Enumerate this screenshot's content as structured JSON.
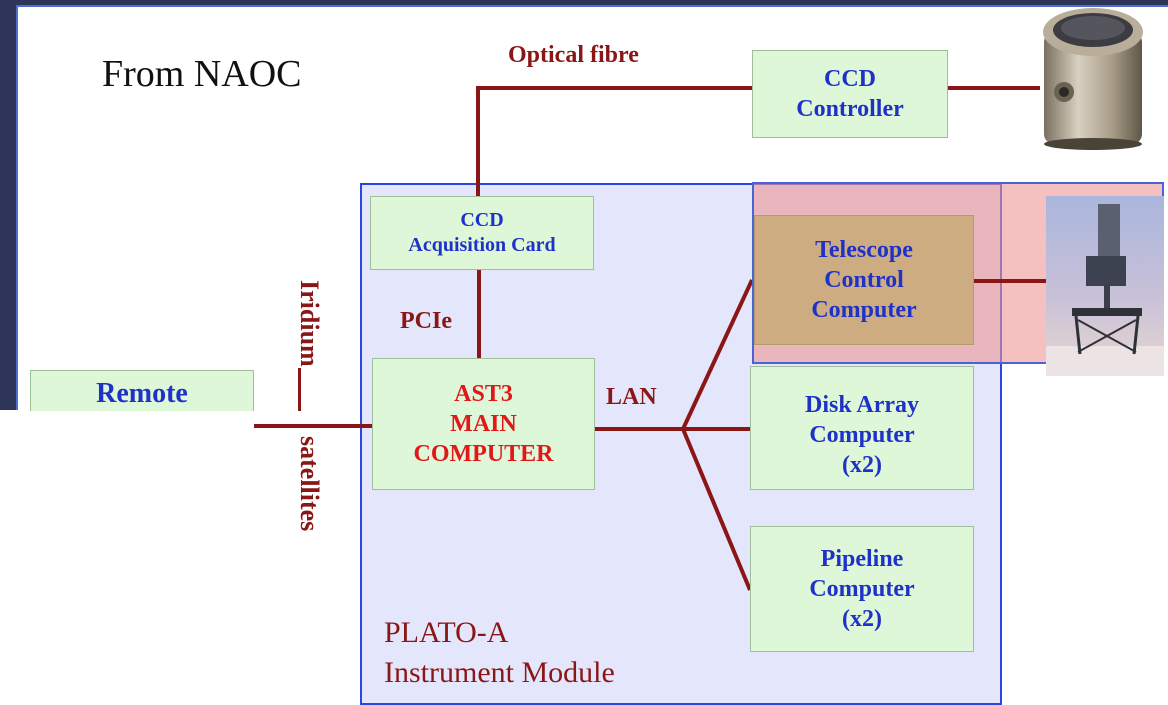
{
  "source_note": "From NAOC",
  "optical_fibre_label": "Optical fibre",
  "pcie_label": "PCIe",
  "lan_label": "LAN",
  "iridium_label": "Iridium",
  "satellites_label": "satellites",
  "module": {
    "line1": "PLATO-A",
    "line2": "Instrument Module"
  },
  "boxes": {
    "ccd_controller": "CCD\nController",
    "ccd_acquisition": "CCD\nAcquisition Card",
    "telescope_control": "Telescope\nControl\nComputer",
    "main_computer": "AST3\nMAIN\nCOMPUTER",
    "disk_array": "Disk Array\nComputer\n(x2)",
    "pipeline": "Pipeline\nComputer\n(x2)",
    "remote": "Remote"
  },
  "colors": {
    "line": "#8a1616",
    "box_fill": "#dff7d9",
    "box_text": "#1f32c8",
    "main_text": "#e01818",
    "module_fill": "#e4e6fb",
    "module_border": "#2c46e0"
  }
}
